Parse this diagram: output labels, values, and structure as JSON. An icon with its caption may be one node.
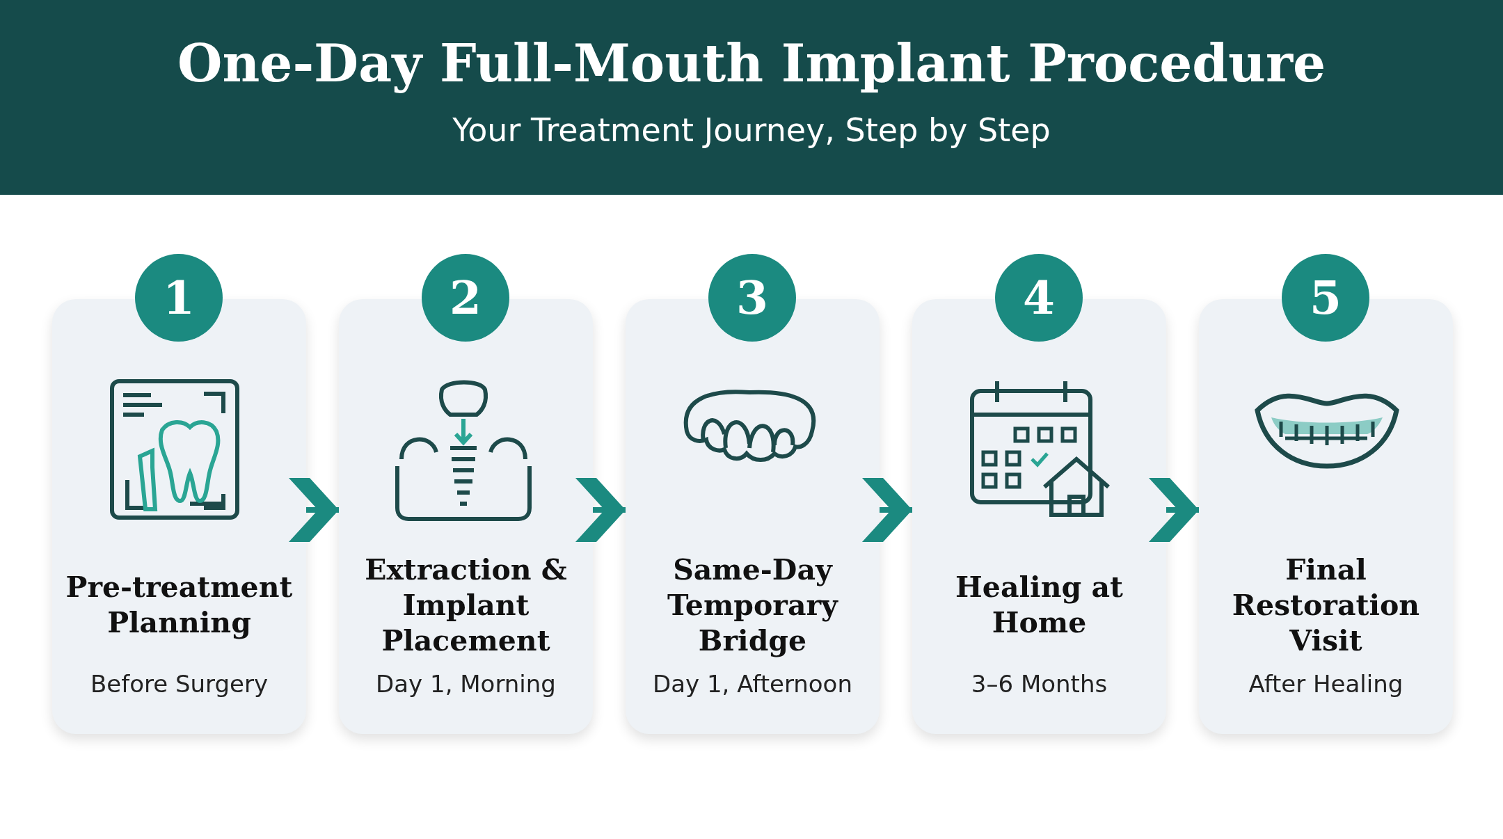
{
  "diagram": {
    "title": "One-Day Full-Mouth Implant Procedure",
    "nodes": [
      {
        "text": [
          "1",
          "Pre-treatment Planning",
          "Before Surgery"
        ]
      },
      {
        "text": [
          "2",
          "Extraction & Implant Placement",
          "Day 1, Morning"
        ]
      },
      {
        "text": [
          "3",
          "Same-Day Temporary Bridge",
          "Day 1, Afternoon"
        ]
      },
      {
        "text": [
          "4",
          "Healing at Home",
          "3–6 Months"
        ]
      },
      {
        "text": [
          "5",
          "Final Restoration Visit",
          "After Healing"
        ]
      }
    ],
    "edges": [
      {
        "from": 0,
        "to": 1,
        "arrow": "to"
      },
      {
        "from": 1,
        "to": 2,
        "arrow": "to"
      },
      {
        "from": 2,
        "to": 3,
        "arrow": "to"
      },
      {
        "from": 3,
        "to": 4,
        "arrow": "to"
      }
    ],
    "labels": [
      "Your Treatment Journey, Step by Step"
    ]
  }
}
